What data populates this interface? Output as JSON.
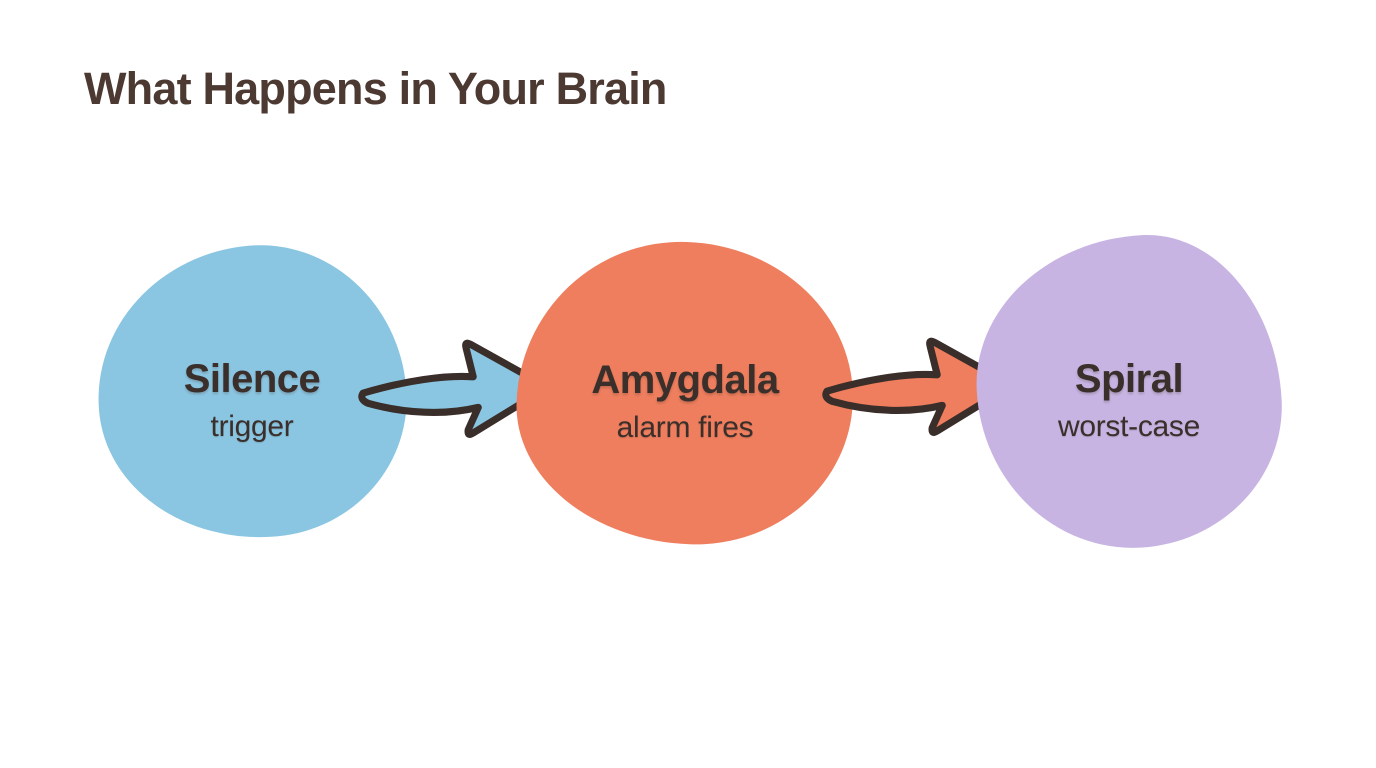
{
  "title": "What Happens in Your Brain",
  "colors": {
    "background": "#FFFFFF",
    "title_text": "#4C3A32",
    "label_text": "#3B2F2B",
    "outline": "#3A2E2A",
    "blue": "#8AC6E2",
    "orange": "#EE7E5E",
    "purple": "#C7B4E2"
  },
  "flow": {
    "nodes": [
      {
        "id": "silence",
        "label": "Silence",
        "sublabel": "trigger",
        "fill": "#8AC6E2"
      },
      {
        "id": "amygdala",
        "label": "Amygdala",
        "sublabel": "alarm fires",
        "fill": "#EE7E5E"
      },
      {
        "id": "spiral",
        "label": "Spiral",
        "sublabel": "worst-case",
        "fill": "#C7B4E2"
      }
    ],
    "arrows": [
      {
        "from": "silence",
        "to": "amygdala",
        "fill": "#8AC6E2"
      },
      {
        "from": "amygdala",
        "to": "spiral",
        "fill": "#EE7E5E"
      }
    ]
  }
}
